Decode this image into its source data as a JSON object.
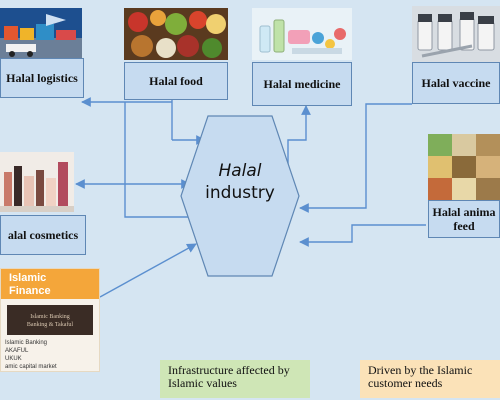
{
  "center": {
    "line1": "Halal",
    "line2": "industry"
  },
  "nodes": {
    "logistics": "Halal logistics",
    "food": "Halal food",
    "medicine": "Halal medicine",
    "vaccine": "Halal vaccine",
    "cosmetics": "alal cosmetics",
    "animal_feed_line1": "Halal anima",
    "animal_feed_line2": "feed"
  },
  "finance_card": {
    "title_line1": "Islamic",
    "title_line2": "Finance",
    "banner_line1": "Islamic Banking",
    "banner_line2": "Banking & Takaful",
    "item1": "Islamic Banking",
    "item2": "AKAFUL",
    "item3": "UKUK",
    "item4": "amic capital market"
  },
  "notes": {
    "infrastructure": "Infrastructure affected by Islamic values",
    "driven": "Driven by the Islamic customer needs"
  },
  "colors": {
    "background": "#d5e5f2",
    "node_fill": "#c6dbf0",
    "node_border": "#5f87b4",
    "arrow": "#5b8fcf",
    "note_green": "#cfe6b6",
    "note_orange": "#fbe2b8",
    "finance_orange": "#f4a63a"
  }
}
